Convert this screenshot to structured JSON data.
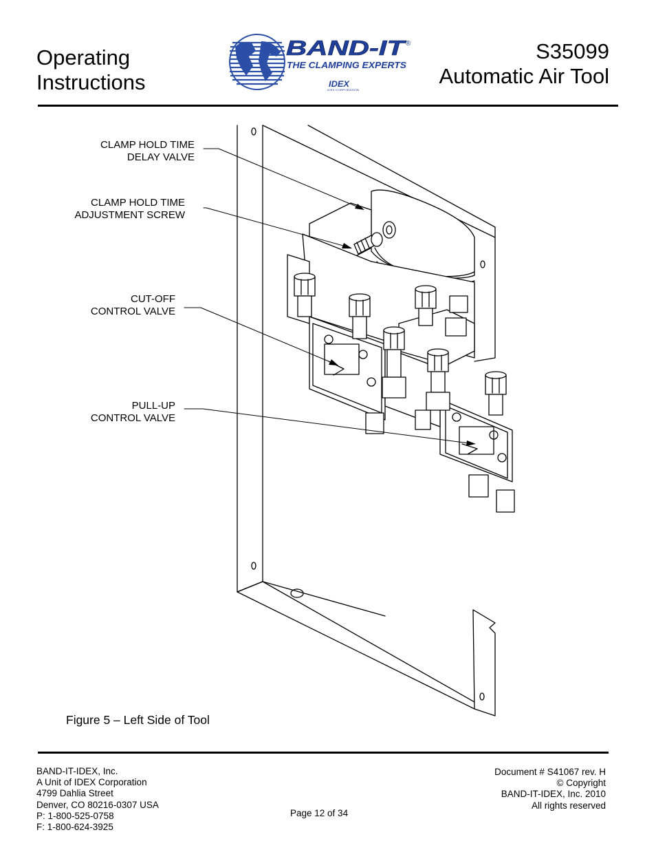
{
  "header": {
    "title_line1": "Operating",
    "title_line2": "Instructions",
    "model_line1": "S35099",
    "model_line2": "Automatic Air Tool"
  },
  "logo": {
    "brand": "BAND-IT",
    "registered": "®",
    "tagline": "THE CLAMPING EXPERTS",
    "parent": "IDEX",
    "parent_sub": "IDEX CORPORATION",
    "brand_color": "#1f3f9a",
    "globe_color": "#2b4fa6"
  },
  "figure": {
    "callouts": [
      {
        "line1": "CLAMP HOLD TIME",
        "line2": "DELAY VALVE"
      },
      {
        "line1": "CLAMP HOLD TIME",
        "line2": "ADJUSTMENT SCREW"
      },
      {
        "line1": "CUT-OFF",
        "line2": "CONTROL VALVE"
      },
      {
        "line1": "PULL-UP",
        "line2": "CONTROL VALVE"
      }
    ],
    "caption": "Figure 5 – Left Side of Tool"
  },
  "footer": {
    "company": [
      "BAND-IT-IDEX, Inc.",
      "A Unit of IDEX Corporation",
      "4799 Dahlia Street",
      "Denver, CO 80216-0307 USA",
      "P: 1-800-525-0758",
      "F: 1-800-624-3925"
    ],
    "page": "Page 12 of 34",
    "document": [
      "Document # S41067 rev. H",
      "© Copyright",
      "BAND-IT-IDEX, Inc. 2010",
      "All rights reserved"
    ]
  }
}
